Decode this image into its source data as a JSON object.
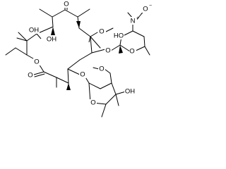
{
  "molecule": {
    "labels": {
      "ketone_o": "O",
      "c6_oh": "OH",
      "c11_oh": "OH",
      "ring_o_lactone": "O",
      "lactone_o": "O",
      "c6_ome": "O",
      "gly_o_1": "O",
      "gly_o_2": "O",
      "desosamine_ho": "HO",
      "desosamine_ring_o": "O",
      "n_atom": "N",
      "n_plus": "+",
      "n_oxide_o": "O",
      "n_oxide_minus": "−",
      "cladinose_ring_o": "O",
      "cladinose_ome": "O",
      "cladinose_oh": "OH"
    }
  }
}
